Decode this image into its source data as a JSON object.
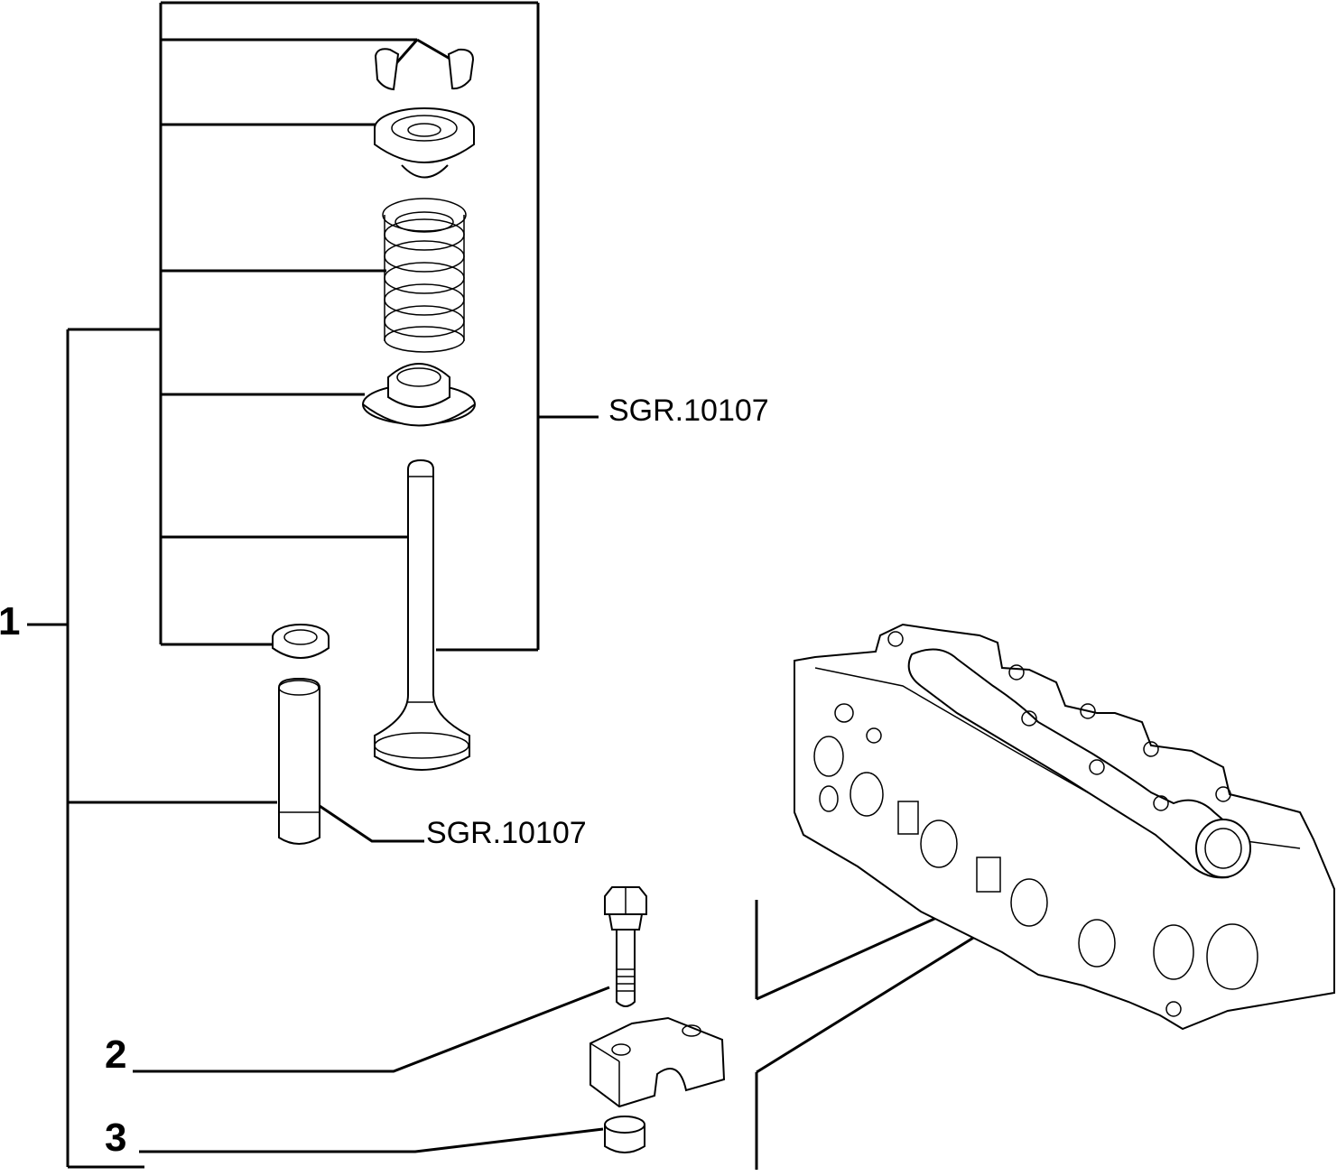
{
  "callouts": {
    "item_1": "1",
    "item_2": "2",
    "item_3": "3",
    "ref_valve_group": "SGR.10107",
    "ref_valve_guide": "SGR.10107"
  },
  "colors": {
    "line": "#000000",
    "background": "#ffffff"
  }
}
